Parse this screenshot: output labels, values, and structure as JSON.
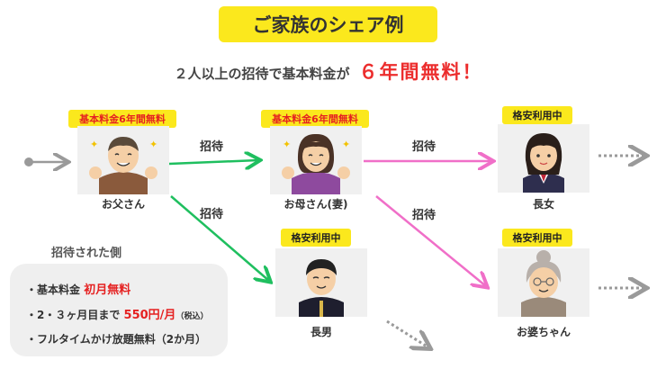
{
  "title": "ご家族のシェア例",
  "subtitle": {
    "lead": "２人以上の招待で基本料金が",
    "highlight": "６年間無料！"
  },
  "members": {
    "father": {
      "name": "お父さん",
      "badge": "基本料金6年間無料"
    },
    "mother": {
      "name": "お母さん(妻)",
      "badge": "基本料金6年間無料"
    },
    "daughter": {
      "name": "長女",
      "badge": "格安利用中"
    },
    "son": {
      "name": "長男",
      "badge": "格安利用中"
    },
    "grandma": {
      "name": "お婆ちゃん",
      "badge": "格安利用中"
    }
  },
  "arrow_labels": [
    "招待",
    "招待",
    "招待",
    "招待"
  ],
  "invited": {
    "title": "招待された側",
    "line1_prefix": "・基本料金",
    "line1_red": "初月無料",
    "line2_prefix": "・2・３ヶ月目まで",
    "line2_red": "550円/月",
    "line2_small": "（税込）",
    "line3": "・フルタイムかけ放題無料（2か月）"
  },
  "colors": {
    "title_bg": "#fbe81d",
    "highlight": "#ec2d2d",
    "green_arrow": "#1fbf5f",
    "pink_arrow": "#f06fc8",
    "gray_arrow": "#9a9a9a",
    "card_bg": "#f0f0f0",
    "info_bg": "#efefef"
  }
}
